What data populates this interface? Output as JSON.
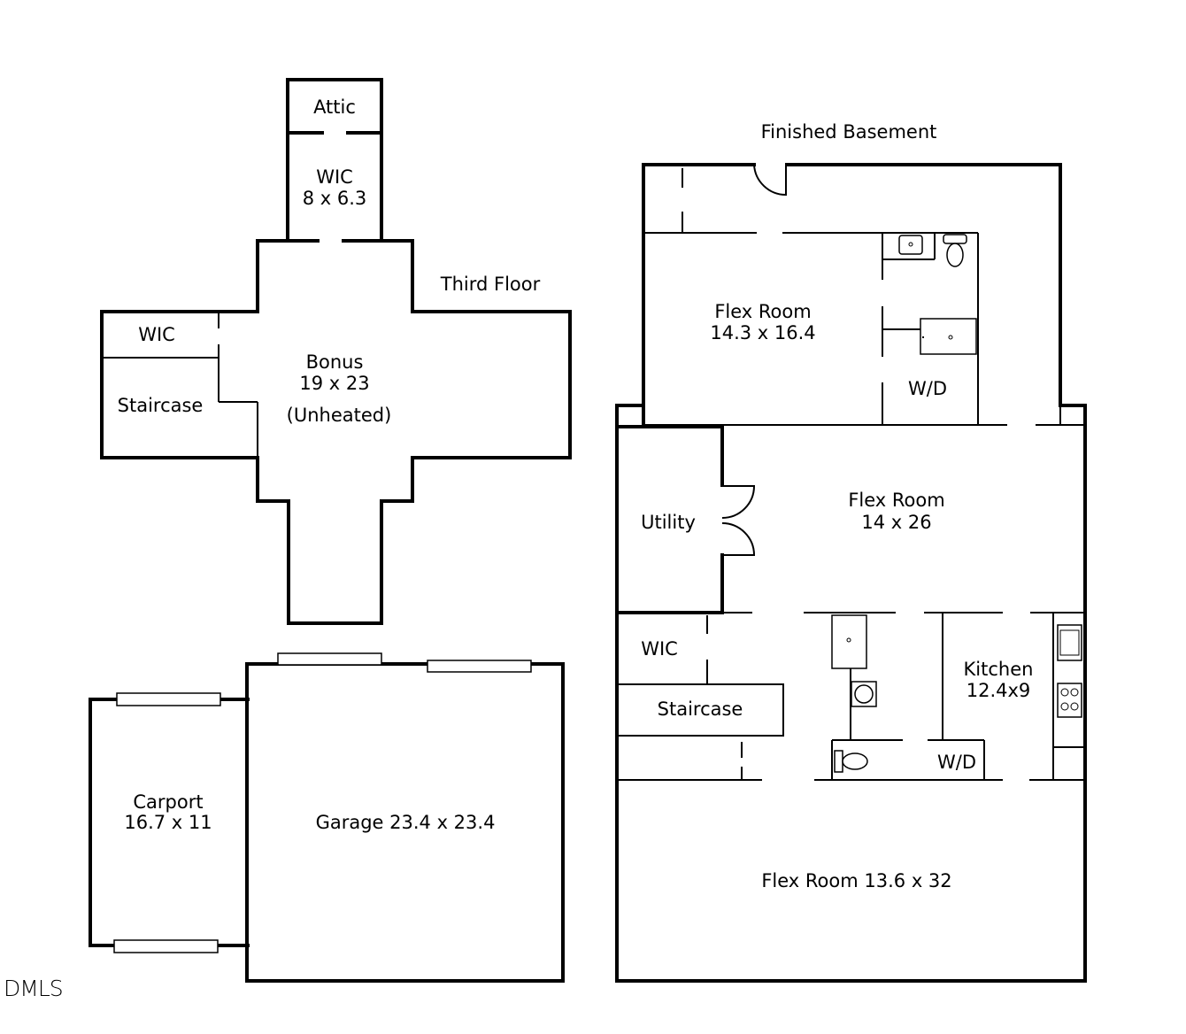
{
  "floors": {
    "third": {
      "name": "Third Floor",
      "rooms": {
        "attic": {
          "label": "Attic"
        },
        "wic_top": {
          "label": "WIC",
          "dims": "8 x 6.3"
        },
        "wic_left": {
          "label": "WIC"
        },
        "staircase": {
          "label": "Staircase"
        },
        "bonus": {
          "label": "Bonus",
          "dims": "19 x 23",
          "note": "(Unheated)"
        }
      }
    },
    "basement": {
      "name": "Finished Basement",
      "rooms": {
        "flex_top": {
          "label": "Flex Room",
          "dims": "14.3 x 16.4"
        },
        "wd_top": {
          "label": "W/D"
        },
        "utility": {
          "label": "Utility"
        },
        "flex_mid": {
          "label": "Flex Room",
          "dims": "14 x 26"
        },
        "wic": {
          "label": "WIC"
        },
        "staircase": {
          "label": "Staircase"
        },
        "kitchen": {
          "label": "Kitchen",
          "dims": "12.4x9"
        },
        "wd_bottom": {
          "label": "W/D"
        },
        "flex_bottom": {
          "label": "Flex Room 13.6 x 32"
        }
      }
    },
    "outbuildings": {
      "carport": {
        "label": "Carport",
        "dims": "16.7 x 11"
      },
      "garage": {
        "label": "Garage 23.4 x 23.4"
      }
    }
  },
  "watermark": "DMLS"
}
